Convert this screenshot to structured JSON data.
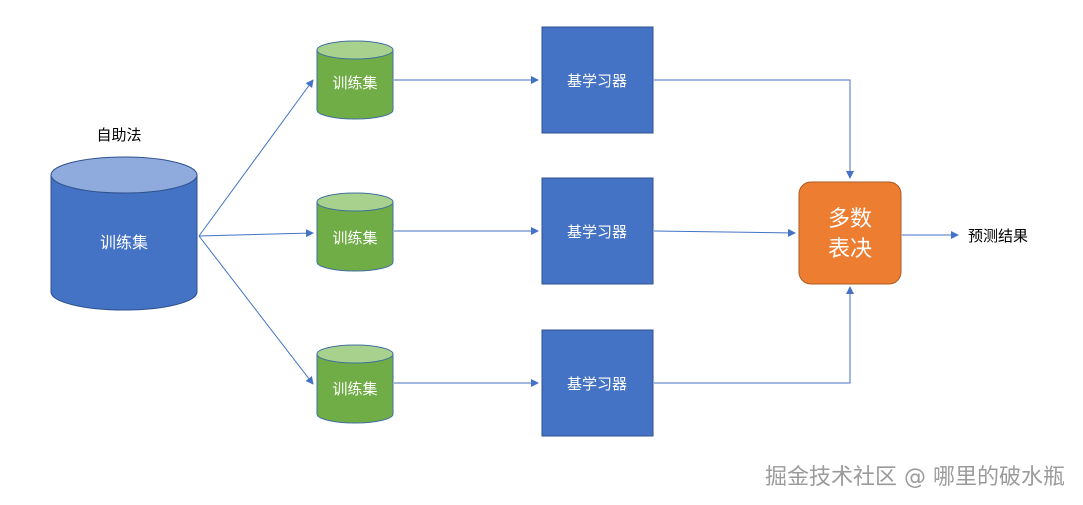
{
  "bootstrap_label": "自助法",
  "main_dataset_label": "训练集",
  "subsets": [
    {
      "label": "训练集"
    },
    {
      "label": "训练集"
    },
    {
      "label": "训练集"
    }
  ],
  "learners": [
    {
      "label": "基学习器"
    },
    {
      "label": "基学习器"
    },
    {
      "label": "基学习器"
    }
  ],
  "vote": {
    "line1": "多数",
    "line2": "表决"
  },
  "output_label": "预测结果",
  "watermark": "掘金技术社区 @ 哪里的破水瓶",
  "colors": {
    "main_cylinder": "#4472c4",
    "main_cylinder_top": "#8faadc",
    "subset_cylinder": "#70ad47",
    "subset_cylinder_top": "#a9d18e",
    "learner_box": "#4472c4",
    "vote_box": "#ed7d31",
    "arrow": "#4472c4"
  }
}
